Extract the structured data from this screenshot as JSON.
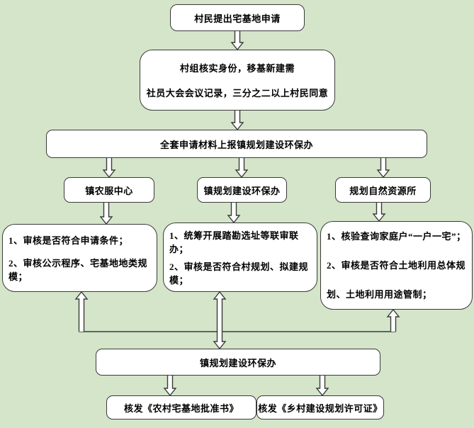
{
  "flowchart": {
    "type": "flowchart",
    "colors": {
      "background": "#d4e5ca",
      "node_fill": "#ffffff",
      "node_border": "#3a3a3a",
      "text": "#000000"
    },
    "nodes": {
      "apply": {
        "label": "村民提出宅基地申请"
      },
      "verify": {
        "line1": "村组核实身份，移基新建需",
        "line2": "社员大会会议记录，三分之二以上村民同意"
      },
      "submit": {
        "label": "全套申请材料上报镇规划建设环保办"
      },
      "office_agri": {
        "label": "镇农服中心"
      },
      "office_planning": {
        "label": "镇规划建设环保办"
      },
      "office_resources": {
        "label": "规划自然资源所"
      },
      "tasks_agri": {
        "item1": "1、审核是否符合申请条件；",
        "item2": "2、审核公示程序、宅基地地类规模；"
      },
      "tasks_planning": {
        "item1": "1、统筹开展踏勘选址等联审联办；",
        "item2": "2、审核是否符合村规划、拟建规模；"
      },
      "tasks_resources": {
        "item1": "1、核验查询家庭户“一户一宅”；",
        "item2": "2、审核是否符合土地利用总体规划、土地利用用途管制；"
      },
      "review": {
        "label": "镇规划建设环保办"
      },
      "issue_left": {
        "label": "核发《农村宅基地批准书》"
      },
      "issue_right": {
        "label": "核发《乡村建设规划许可证》"
      }
    }
  }
}
